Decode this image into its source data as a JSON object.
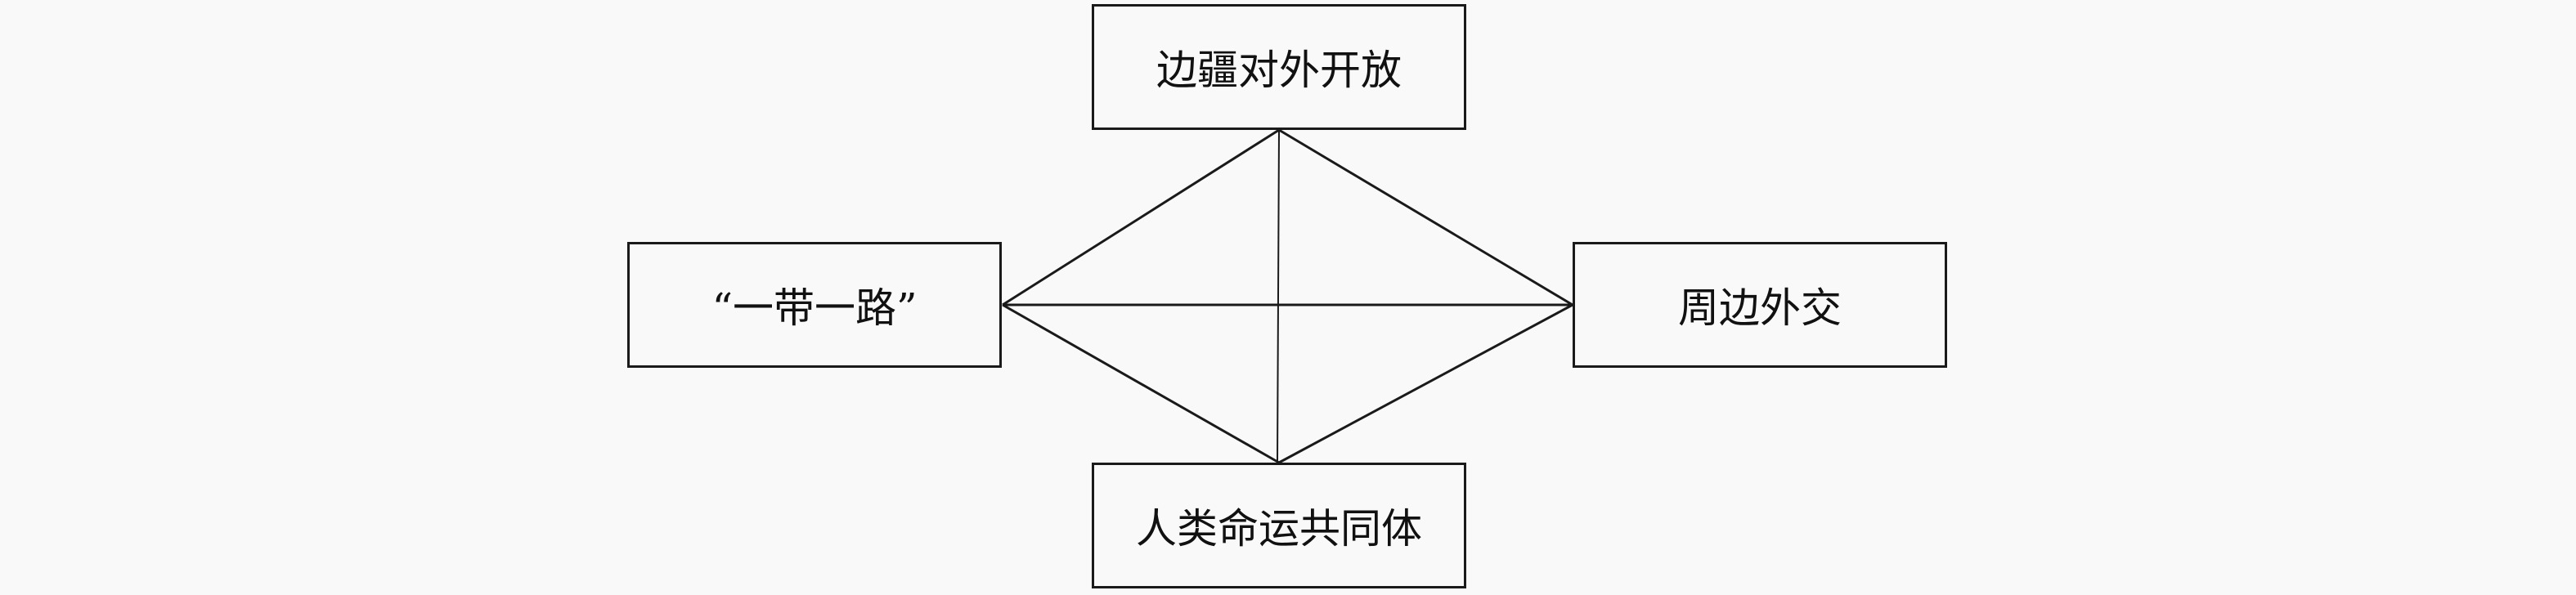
{
  "nodes": {
    "top": "边疆对外开放",
    "left": "“一带一路”",
    "right": "周边外交",
    "bottom": "人类命运共同体"
  },
  "edges": [
    [
      "top",
      "left"
    ],
    [
      "top",
      "right"
    ],
    [
      "top",
      "bottom"
    ],
    [
      "left",
      "right"
    ],
    [
      "left",
      "bottom"
    ],
    [
      "right",
      "bottom"
    ]
  ],
  "colors": {
    "line": "#1a1a1a",
    "background": "#f9f9f9"
  }
}
